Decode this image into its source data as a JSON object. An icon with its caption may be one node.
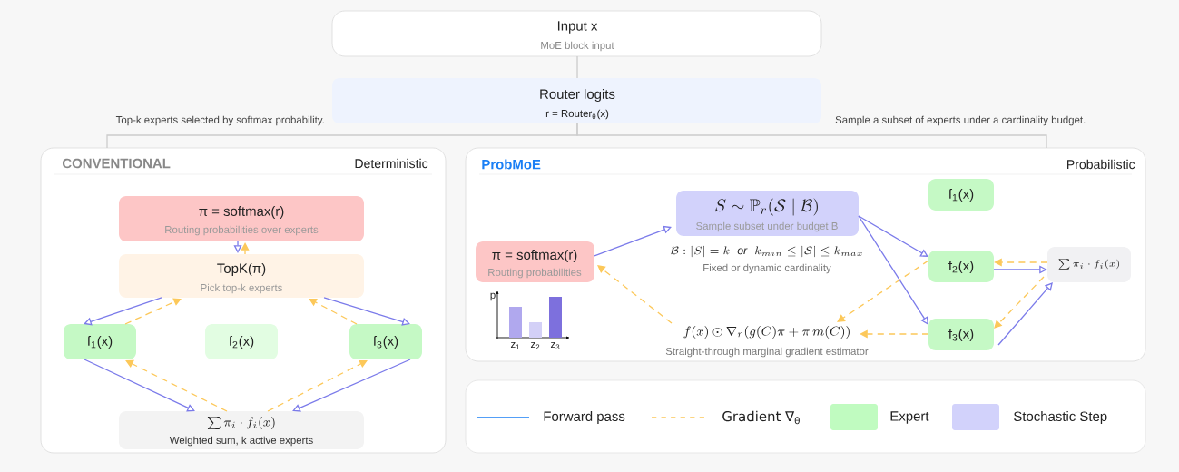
{
  "diagram": {
    "nodes": [
      {
        "text": [
          "Input x",
          "MoE block input"
        ]
      },
      {
        "text": [
          "Router logits",
          "r = Router$_{θ}$(x)"
        ]
      },
      {
        "text": [
          "CONVENTIONAL",
          "Deterministic"
        ]
      },
      {
        "text": [
          "π = softmax(r)",
          "Routing probabilities over experts"
        ],
        "in": 2
      },
      {
        "text": [
          "TopK(π)",
          "Pick top-k experts"
        ],
        "in": 2
      },
      {
        "text": [
          "f$_{1}$(x)"
        ],
        "in": 2
      },
      {
        "text": [
          "f$_{2}$(x)"
        ],
        "in": 2
      },
      {
        "text": [
          "f$_{3}$(x)"
        ],
        "in": 2
      },
      {
        "text": [
          "\\sum \\pi_i \\cdot f_i(x)",
          "Weighted sum, k active experts"
        ],
        "in": 2
      },
      {
        "text": [
          "ProbMoE",
          "Probabilistic"
        ]
      },
      {
        "text": [
          "π = softmax(r)",
          "Routing probabilities"
        ],
        "in": 9
      },
      {
        "text": [
          "S \\sim \\mathbb{P}_r(\\mathcal{S} \\mid \\mathcal{B})",
          "Sample subset under budget B"
        ],
        "in": 9,
        "beside": [
          "\\mathcal{B} : |S| = k \\;\\; \\mathit{or} \\;\\; k_{min} \\leq |\\mathcal{S}| \\leq k_{max}",
          "Fixed or dynamic cardinality"
        ]
      },
      {
        "text": [
          "f$_{1}$(x)"
        ],
        "in": 9
      },
      {
        "text": [
          "f$_{2}$(x)"
        ],
        "in": 9
      },
      {
        "text": [
          "f$_{3}$(x)"
        ],
        "in": 9
      },
      {
        "text": [
          "\\sum \\pi_i \\cdot f_i(x)"
        ],
        "in": 9
      },
      {
        "text": [
          "f(x) \\odot \\nabla_r (g(C)\\pi + \\pi\\, m(C))"
        ],
        "in": 9,
        "beside": [
          "Straight-through marginal gradient estimator"
        ]
      }
    ],
    "edges": [
      {
        "from": 0,
        "to": 1,
        "arrow": "none",
        "color": "#cccccc"
      },
      {
        "from": 1,
        "to": 2,
        "arrow": "none",
        "color": "#cccccc",
        "label": "Top-k experts selected by softmax probability."
      },
      {
        "from": 1,
        "to": 9,
        "arrow": "none",
        "color": "#cccccc",
        "label": "Sample a subset of experts under a cardinality budget."
      },
      {
        "from": 3,
        "to": 4,
        "arrow": "to"
      },
      {
        "from": 4,
        "to": 3,
        "arrow": "to",
        "style": "dashed",
        "color": "#fcc85a"
      },
      {
        "from": 4,
        "to": 5,
        "arrow": "to"
      },
      {
        "from": 5,
        "to": 4,
        "arrow": "to",
        "style": "dashed",
        "color": "#fcc85a"
      },
      {
        "from": 4,
        "to": 7,
        "arrow": "to"
      },
      {
        "from": 7,
        "to": 4,
        "arrow": "to",
        "style": "dashed",
        "color": "#fcc85a"
      },
      {
        "from": 5,
        "to": 8,
        "arrow": "to"
      },
      {
        "from": 8,
        "to": 5,
        "arrow": "to",
        "style": "dashed",
        "color": "#fcc85a"
      },
      {
        "from": 7,
        "to": 8,
        "arrow": "to"
      },
      {
        "from": 8,
        "to": 7,
        "arrow": "to",
        "style": "dashed",
        "color": "#fcc85a"
      },
      {
        "from": 10,
        "to": 11,
        "arrow": "to"
      },
      {
        "from": 11,
        "to": 13,
        "arrow": "to"
      },
      {
        "from": 11,
        "to": 14,
        "arrow": "to"
      },
      {
        "from": 13,
        "to": 15,
        "arrow": "to"
      },
      {
        "from": 15,
        "to": 13,
        "arrow": "to",
        "style": "dashed",
        "color": "#fcc85a"
      },
      {
        "from": 14,
        "to": 15,
        "arrow": "to"
      },
      {
        "from": 15,
        "to": 14,
        "arrow": "to",
        "style": "dashed",
        "color": "#fcc85a"
      },
      {
        "from": 13,
        "to": 16,
        "arrow": "to",
        "style": "dashed",
        "color": "#fcc85a"
      },
      {
        "from": 14,
        "to": 16,
        "arrow": "to",
        "style": "dashed",
        "color": "#fcc85a"
      },
      {
        "from": 16,
        "to": 10,
        "arrow": "to",
        "style": "dashed",
        "color": "#fcc85a"
      }
    ],
    "labels": [
      "p",
      "z$_{1}$",
      "z$_{2}$",
      "z$_{3}$"
    ],
    "legend": [
      {
        "text": "Forward pass"
      },
      {
        "text": "Gradient ∇$_{θ}$"
      },
      {
        "text": "Expert",
        "color": "#c0fbc0"
      },
      {
        "text": "Stochastic Step",
        "color": "#d2d2fb"
      }
    ]
  }
}
